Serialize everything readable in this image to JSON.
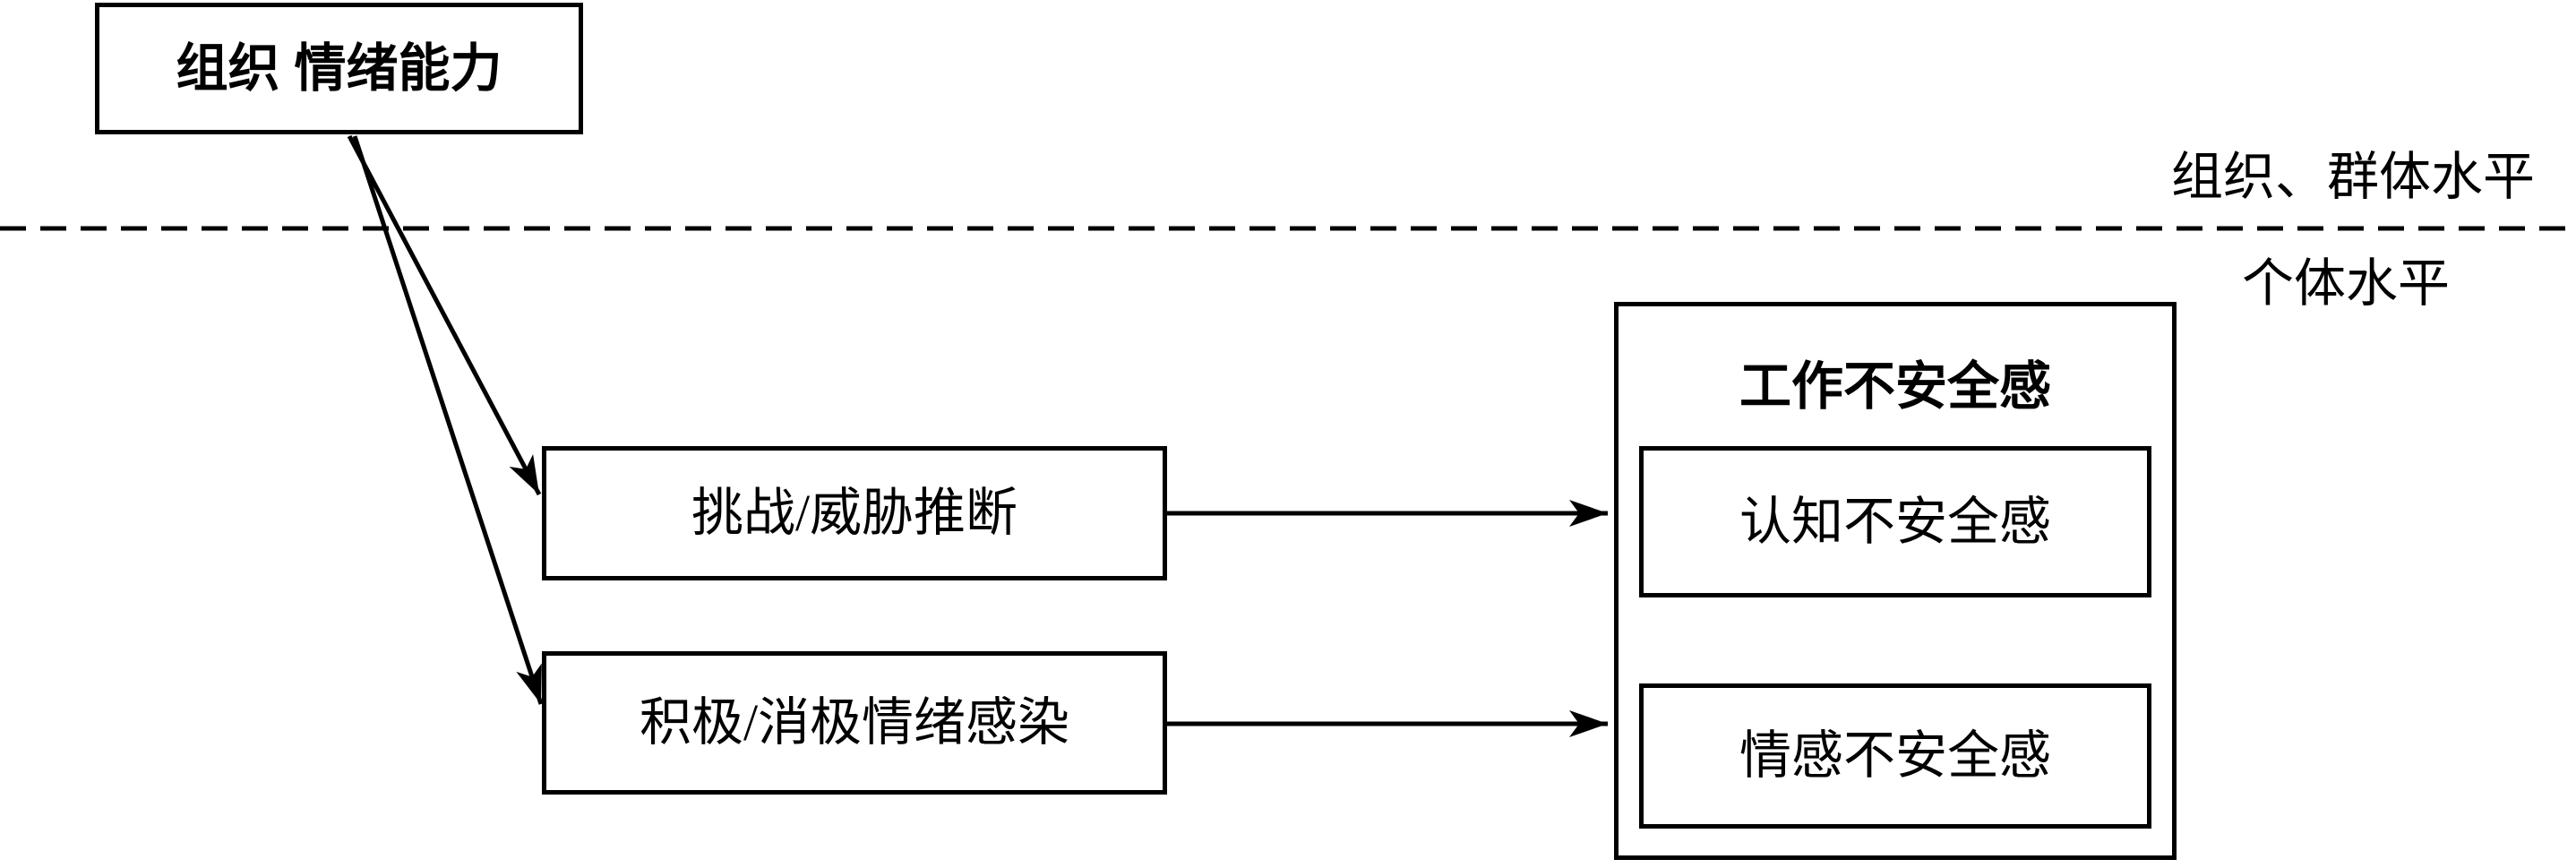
{
  "diagram": {
    "background": "#ffffff",
    "line_color": "#000000",
    "top_box": {
      "label": "组织 情绪能力"
    },
    "levels": {
      "upper_label": "组织、群体水平",
      "lower_label": "个体水平"
    },
    "mediators": [
      {
        "label": "挑战/威胁推断"
      },
      {
        "label": "积极/消极情绪感染"
      }
    ],
    "outcome": {
      "title": "工作不安全感",
      "children": [
        {
          "label": "认知不安全感"
        },
        {
          "label": "情感不安全感"
        }
      ]
    }
  }
}
